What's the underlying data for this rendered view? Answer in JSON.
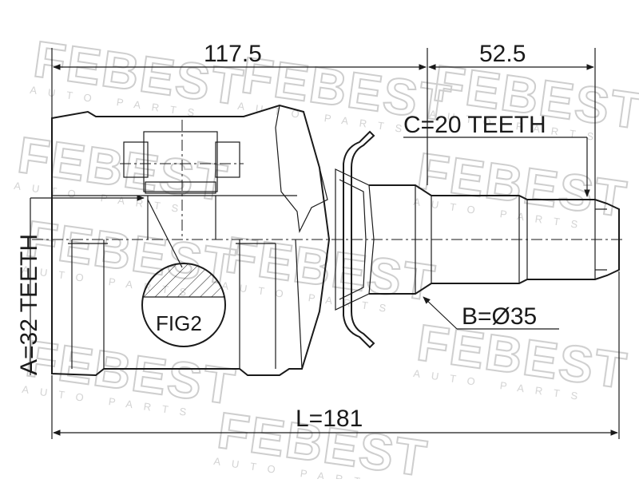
{
  "drawing": {
    "dim_total_left": "117.5",
    "dim_right": "52.5",
    "spline_right": "C=20 TEETH",
    "diameter": "B=Ø35",
    "length": "L=181",
    "spline_left": "A=32 TEETH",
    "detail_ref": "FIG2"
  },
  "watermark": {
    "brand": "FEBEST",
    "sub": "AUTO PARTS"
  }
}
